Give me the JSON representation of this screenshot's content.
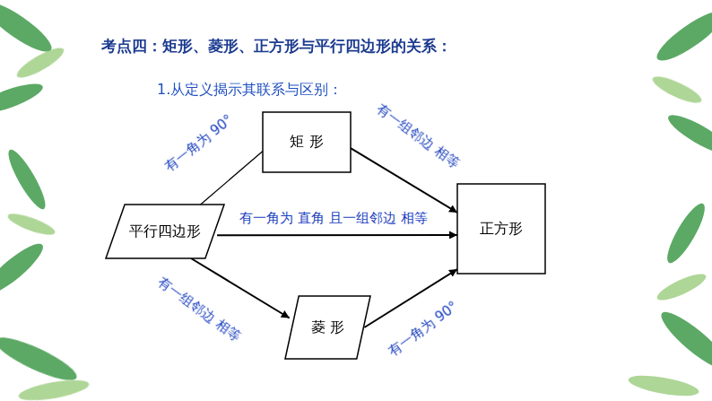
{
  "diagram": {
    "title": "考点四：矩形、菱形、正方形与平行四边形的关系：",
    "nodes": [
      {
        "text": [
          "矩 形"
        ]
      },
      {
        "text": [
          "平行四边形"
        ]
      },
      {
        "text": [
          "正方形"
        ]
      },
      {
        "text": [
          "菱 形"
        ]
      }
    ],
    "edges": [
      {
        "from": 1,
        "to": 0,
        "arrow": "none",
        "label": "有一角为 90°"
      },
      {
        "from": 0,
        "to": 2,
        "arrow": "to",
        "label": "有一组邻边 相等"
      },
      {
        "from": 1,
        "to": 2,
        "arrow": "to",
        "label": "有一角为 直角 且一组邻边 相等"
      },
      {
        "from": 1,
        "to": 3,
        "arrow": "to",
        "label": "有一组邻边 相等"
      },
      {
        "from": 3,
        "to": 2,
        "arrow": "to",
        "label": "有一角为 90°"
      }
    ],
    "labels": [
      "1.从定义揭示其联系与区别："
    ]
  }
}
